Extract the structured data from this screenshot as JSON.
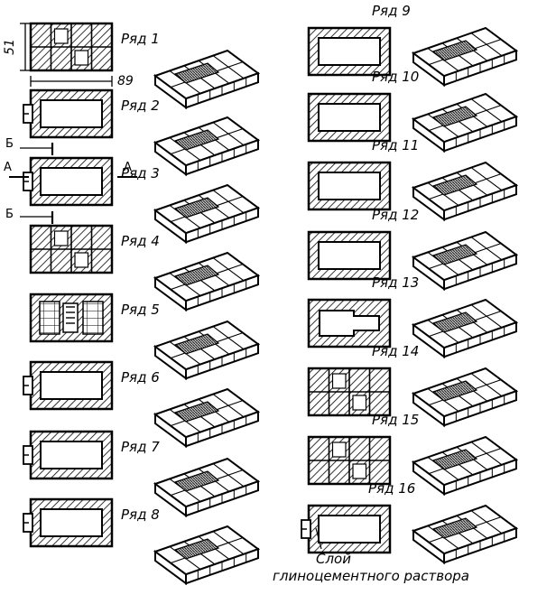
{
  "dimensions": {
    "width": "89",
    "height": "51"
  },
  "section_marks": {
    "a": "А",
    "b": "Б"
  },
  "rows": [
    {
      "label": "Ряд 1",
      "plan": "solid"
    },
    {
      "label": "Ряд 2",
      "plan": "door"
    },
    {
      "label": "Ряд 3",
      "plan": "door"
    },
    {
      "label": "Ряд 4",
      "plan": "solid"
    },
    {
      "label": "Ряд 5",
      "plan": "grate"
    },
    {
      "label": "Ряд 6",
      "plan": "door"
    },
    {
      "label": "Ряд 7",
      "plan": "door"
    },
    {
      "label": "Ряд 8",
      "plan": "door"
    },
    {
      "label": "Ряд 9",
      "plan": "ring"
    },
    {
      "label": "Ряд 10",
      "plan": "ring"
    },
    {
      "label": "Ряд 11",
      "plan": "ring"
    },
    {
      "label": "Ряд 12",
      "plan": "ring"
    },
    {
      "label": "Ряд 13",
      "plan": "cross"
    },
    {
      "label": "Ряд 14",
      "plan": "solid"
    },
    {
      "label": "Ряд 15",
      "plan": "solid"
    },
    {
      "label": "Ряд 16",
      "plan": "door"
    }
  ],
  "caption": {
    "line1": "Слой",
    "line2": "глиноцементного раствора"
  }
}
